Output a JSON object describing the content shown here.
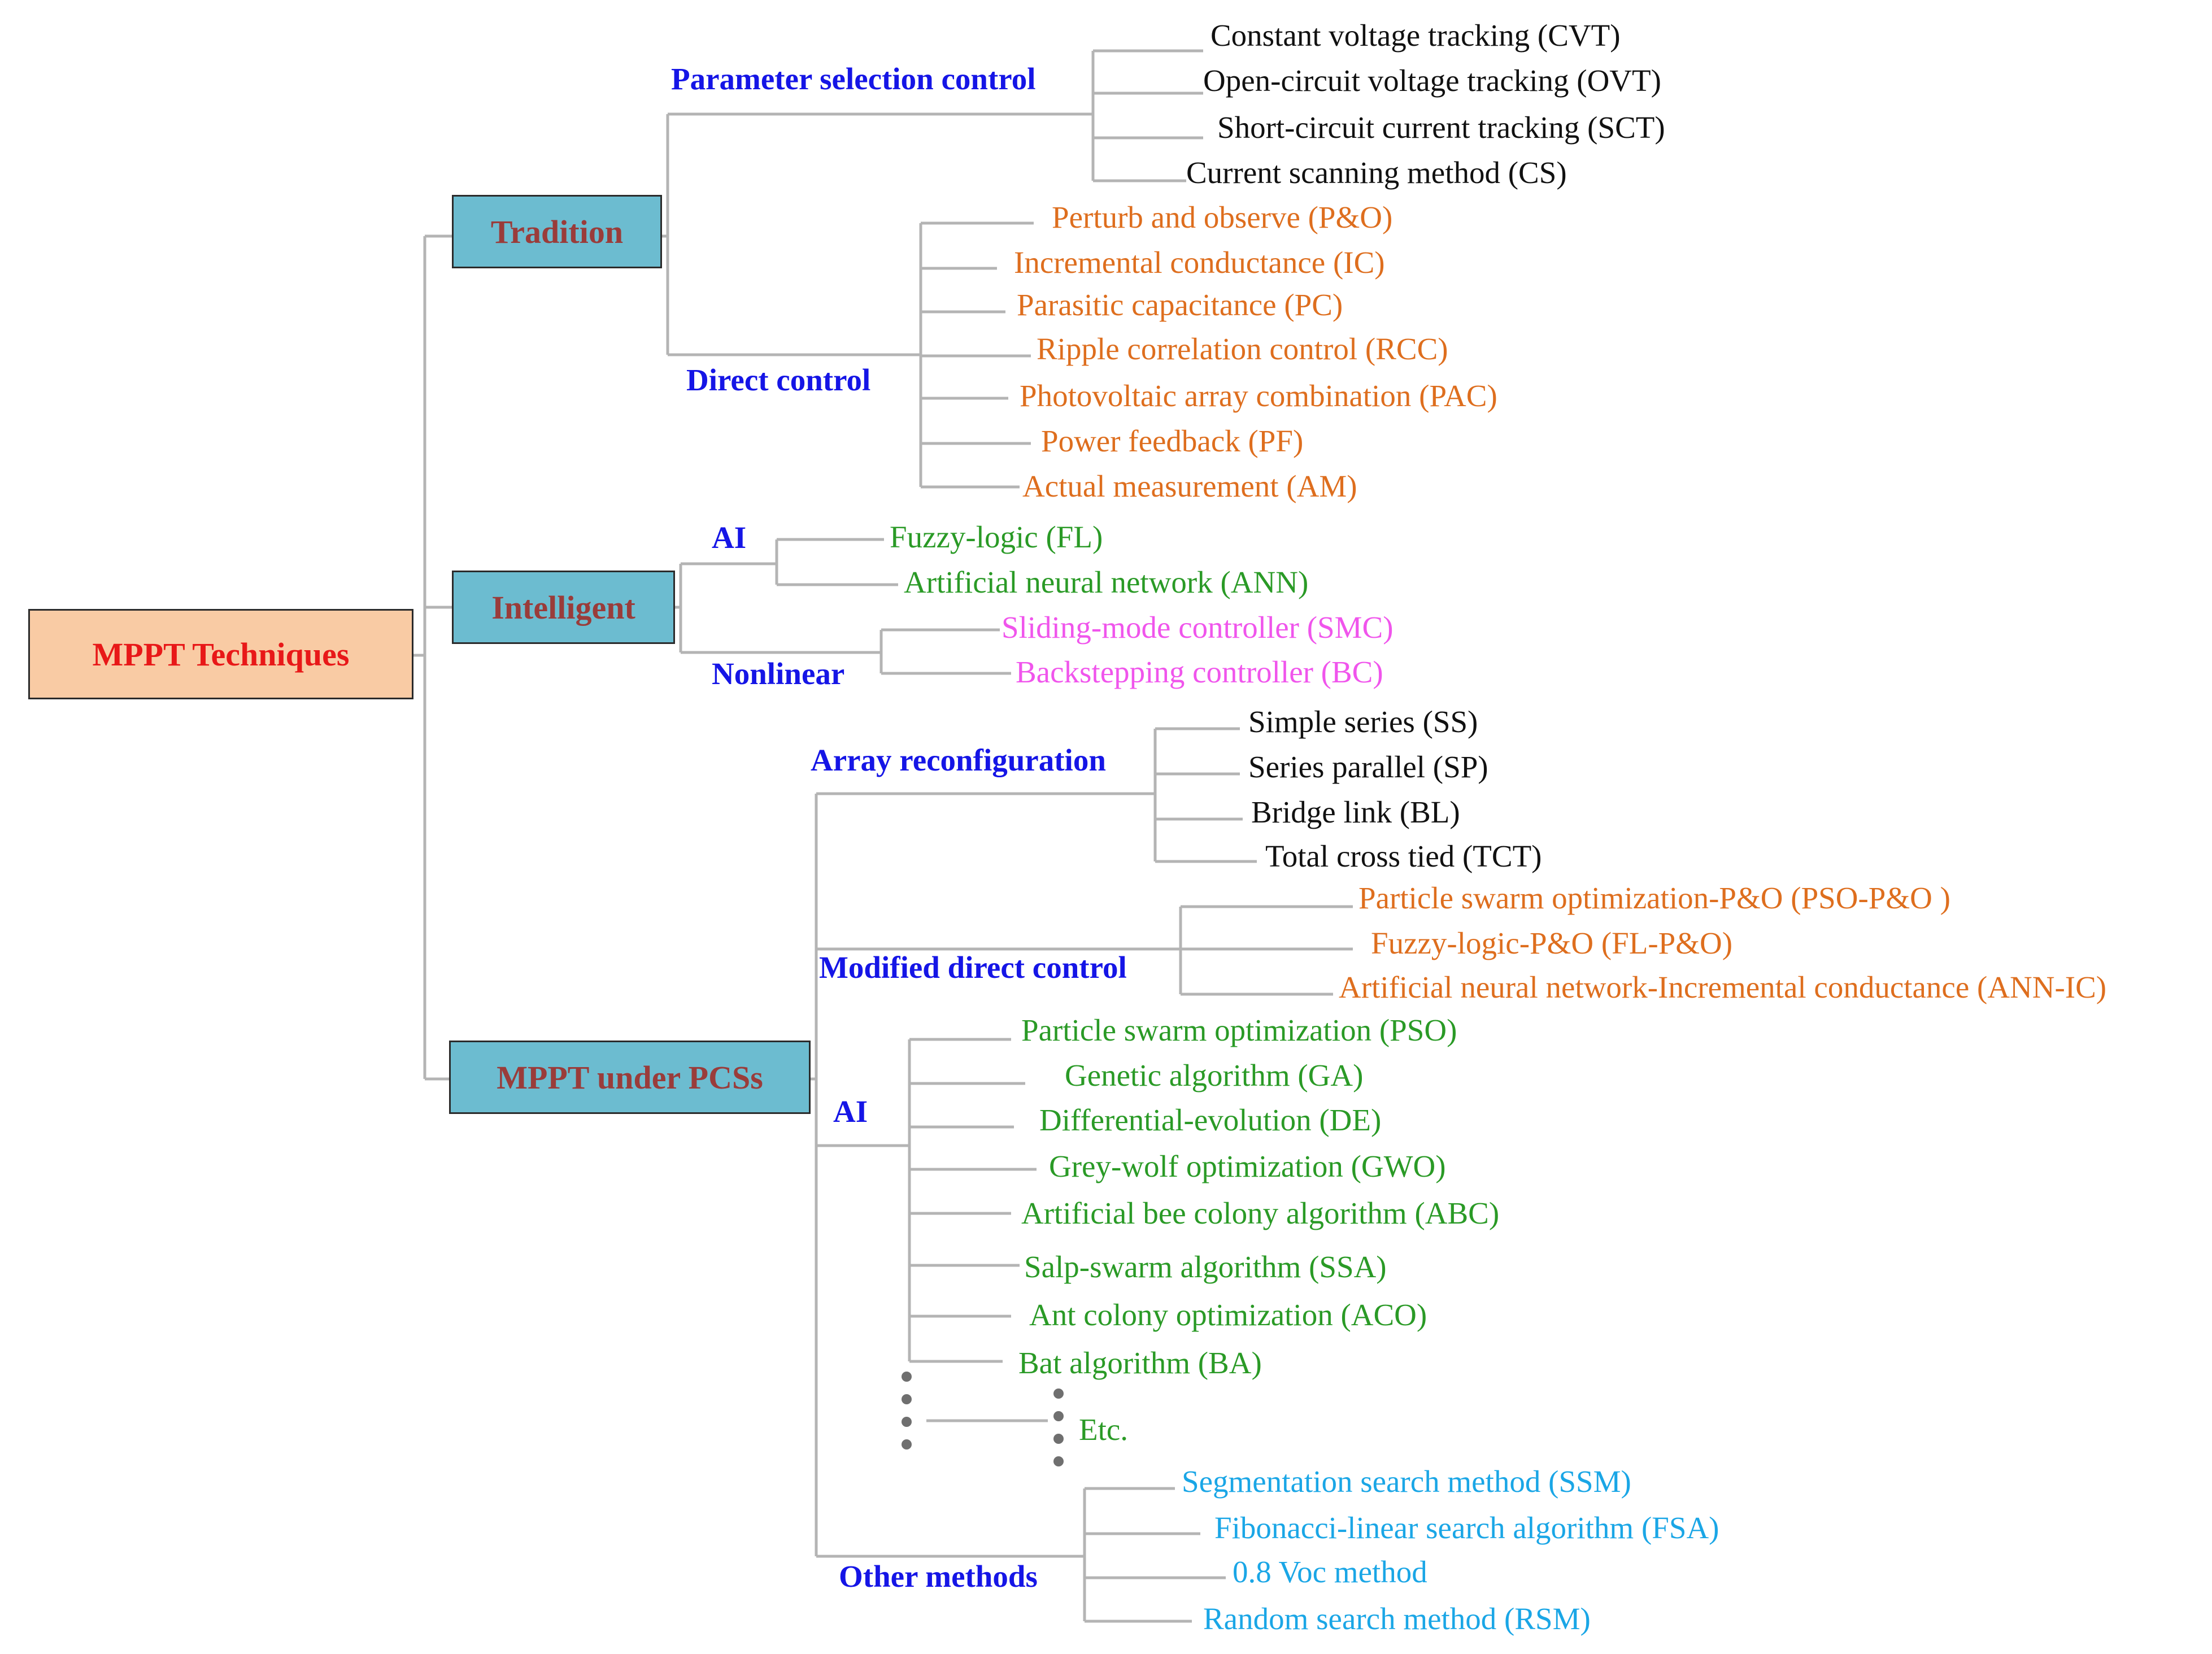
{
  "root": {
    "label": "MPPT Techniques"
  },
  "colors": {
    "root_fill": "#f9cba4",
    "root_text": "#e81818",
    "category_fill": "#6cbcd0",
    "category_text": "#9a3c3a",
    "subcategory_text": "#1515e6",
    "black": "#111111",
    "orange": "#de6e1e",
    "green": "#2a9a26",
    "pink": "#f055ec",
    "cyan": "#1aa6e6",
    "line": "#b4b4b4"
  },
  "tradition": {
    "label": "Tradition",
    "parameter_selection": {
      "label": "Parameter selection control",
      "items": [
        "Constant voltage tracking (CVT)",
        "Open-circuit voltage tracking (OVT)",
        "Short-circuit current tracking (SCT)",
        "Current scanning method (CS)"
      ]
    },
    "direct_control": {
      "label": "Direct control",
      "items": [
        "Perturb and observe (P&O)",
        "Incremental conductance (IC)",
        "Parasitic capacitance (PC)",
        "Ripple correlation control (RCC)",
        "Photovoltaic array combination (PAC)",
        "Power feedback (PF)",
        "Actual measurement (AM)"
      ]
    }
  },
  "intelligent": {
    "label": "Intelligent",
    "ai": {
      "label": "AI",
      "items": [
        "Fuzzy-logic  (FL)",
        "Artificial neural network  (ANN)"
      ]
    },
    "nonlinear": {
      "label": "Nonlinear",
      "items": [
        "Sliding-mode controller (SMC)",
        "Backstepping controller (BC)"
      ]
    }
  },
  "pcs": {
    "label": "MPPT under PCSs",
    "array_reconfiguration": {
      "label": "Array reconfiguration",
      "items": [
        "Simple series (SS)",
        "Series parallel (SP)",
        "Bridge link (BL)",
        "Total cross tied (TCT)"
      ]
    },
    "modified_direct": {
      "label": "Modified direct control",
      "items": [
        "Particle swarm optimization-P&O (PSO-P&O )",
        "Fuzzy-logic-P&O  (FL-P&O)",
        "Artificial neural network-Incremental conductance (ANN-IC)"
      ]
    },
    "ai": {
      "label": "AI",
      "items": [
        "Particle swarm optimization (PSO)",
        "Genetic algorithm (GA)",
        "Differential-evolution (DE)",
        "Grey-wolf optimization (GWO)",
        "Artificial bee colony algorithm (ABC)",
        "Salp-swarm algorithm (SSA)",
        "Ant colony optimization (ACO)",
        "Bat algorithm (BA)"
      ],
      "etc": "Etc."
    },
    "other": {
      "label": "Other methods",
      "items": [
        "Segmentation search method (SSM)",
        "Fibonacci-linear search algorithm (FSA)",
        "0.8 Voc method",
        "Random search method (RSM)"
      ]
    }
  }
}
